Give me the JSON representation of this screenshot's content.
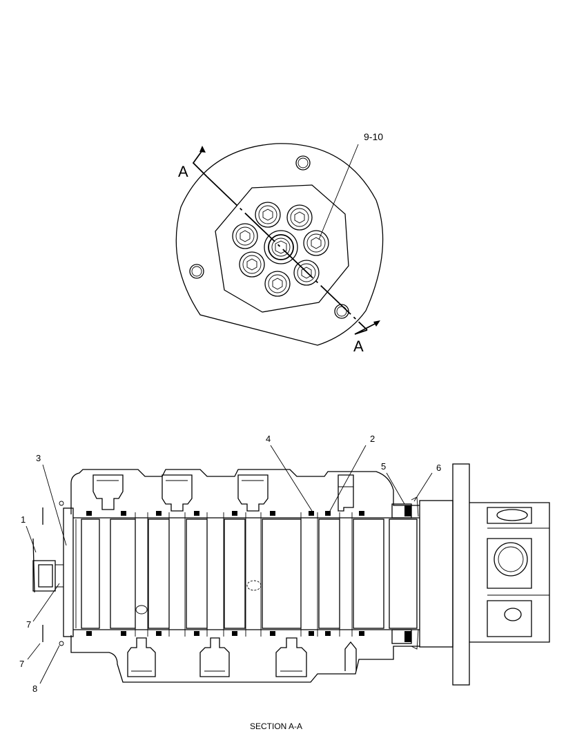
{
  "view_top": {
    "section_letter_left": "A",
    "section_letter_right": "A",
    "callout": "9-10"
  },
  "section": {
    "callouts": {
      "c1": "1",
      "c2": "2",
      "c3": "3",
      "c4": "4",
      "c5": "5",
      "c6": "6",
      "c7a": "7",
      "c7b": "7",
      "c8": "8"
    },
    "caption": "SECTION A-A"
  }
}
